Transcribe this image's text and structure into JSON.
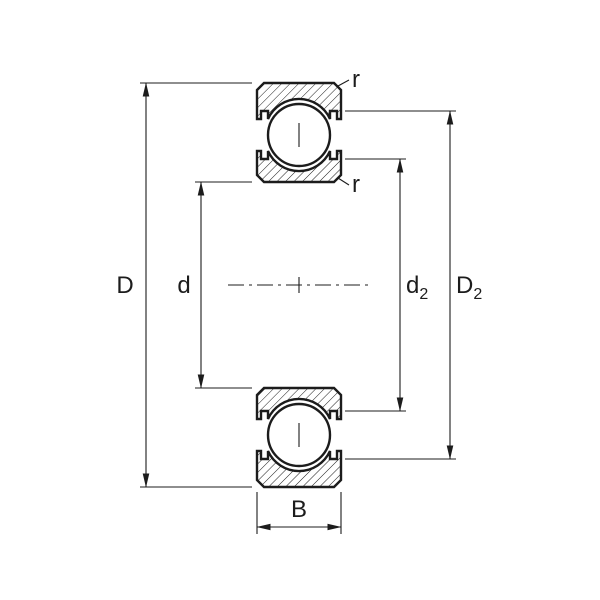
{
  "drawing": {
    "type": "technical-section",
    "subject": "deep-groove-ball-bearing-cross-section",
    "background_color": "#ffffff",
    "line_color": "#1c1c1c",
    "hatch_angle_deg": 45
  },
  "dimensions": {
    "outer_diameter": {
      "label": "D"
    },
    "bore_diameter": {
      "label": "d"
    },
    "inner_recess_diameter": {
      "label": "d",
      "sub": "2"
    },
    "outer_recess_diameter": {
      "label": "D",
      "sub": "2"
    },
    "width": {
      "label": "B"
    },
    "chamfer_outer_ring": {
      "label": "r"
    },
    "chamfer_inner_ring": {
      "label": "r"
    }
  }
}
